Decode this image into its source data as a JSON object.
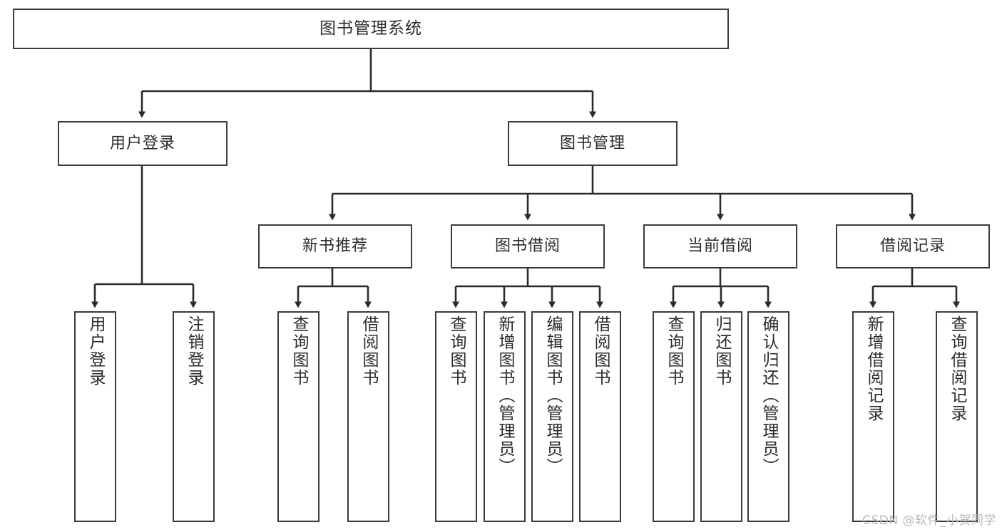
{
  "diagram": {
    "title": "图书管理系统",
    "type": "tree-hierarchy",
    "watermark": "CSDN @软件_小贺同学",
    "colors": {
      "background": "#ffffff",
      "node_border": "#3b3b3b",
      "node_fill": "#ffffff",
      "edge": "#2b2b2b",
      "text": "#2b2b2b",
      "watermark": "#b9b9b9"
    },
    "root": {
      "id": "root",
      "label": "图书管理系统"
    },
    "level2": [
      {
        "id": "n-user-login",
        "label": "用户登录"
      },
      {
        "id": "n-book-manage",
        "label": "图书管理"
      }
    ],
    "level3": [
      {
        "id": "n-new-book-rec",
        "label": "新书推荐",
        "parent": "n-book-manage"
      },
      {
        "id": "n-book-borrow",
        "label": "图书借阅",
        "parent": "n-book-manage"
      },
      {
        "id": "n-current-borrow",
        "label": "当前借阅",
        "parent": "n-book-manage"
      },
      {
        "id": "n-borrow-record",
        "label": "借阅记录",
        "parent": "n-book-manage"
      }
    ],
    "leaves": [
      {
        "id": "l-user-login",
        "label": "用户登录",
        "parent": "n-user-login"
      },
      {
        "id": "l-user-logout",
        "label": "注销登录",
        "parent": "n-user-login"
      },
      {
        "id": "l-rec-query",
        "label": "查询图书",
        "parent": "n-new-book-rec"
      },
      {
        "id": "l-rec-borrow",
        "label": "借阅图书",
        "parent": "n-new-book-rec"
      },
      {
        "id": "l-borrow-query",
        "label": "查询图书",
        "parent": "n-book-borrow"
      },
      {
        "id": "l-borrow-add",
        "label": "新增图书（管理员）",
        "parent": "n-book-borrow"
      },
      {
        "id": "l-borrow-edit",
        "label": "编辑图书（管理员）",
        "parent": "n-book-borrow"
      },
      {
        "id": "l-borrow-lend",
        "label": "借阅图书",
        "parent": "n-book-borrow"
      },
      {
        "id": "l-cur-query",
        "label": "查询图书",
        "parent": "n-current-borrow"
      },
      {
        "id": "l-cur-return",
        "label": "归还图书",
        "parent": "n-current-borrow"
      },
      {
        "id": "l-cur-confirm",
        "label": "确认归还（管理员）",
        "parent": "n-current-borrow"
      },
      {
        "id": "l-rec-add",
        "label": "新增借阅记录",
        "parent": "n-borrow-record"
      },
      {
        "id": "l-rec-query-record",
        "label": "查询借阅记录",
        "parent": "n-borrow-record"
      }
    ]
  }
}
